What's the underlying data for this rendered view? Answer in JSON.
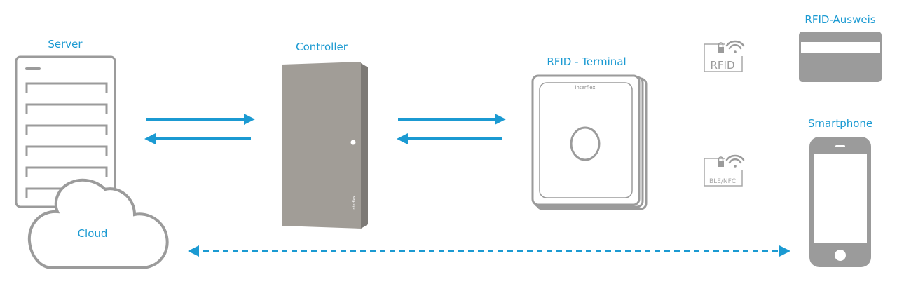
{
  "labels": {
    "server": "Server",
    "cloud": "Cloud",
    "controller": "Controller",
    "rfid_terminal": "RFID - Terminal",
    "rfid_card": "RFID-Ausweis",
    "smartphone": "Smartphone"
  },
  "badges": {
    "rfid": "RFID",
    "ble_nfc": "BLE/NFC"
  },
  "brand": {
    "terminal_logo": "interflex",
    "controller_logo": "interflex"
  },
  "colors": {
    "accent": "#1b9ad2",
    "device_gray": "#9b9b9b",
    "controller_gray": "#a19d97"
  }
}
